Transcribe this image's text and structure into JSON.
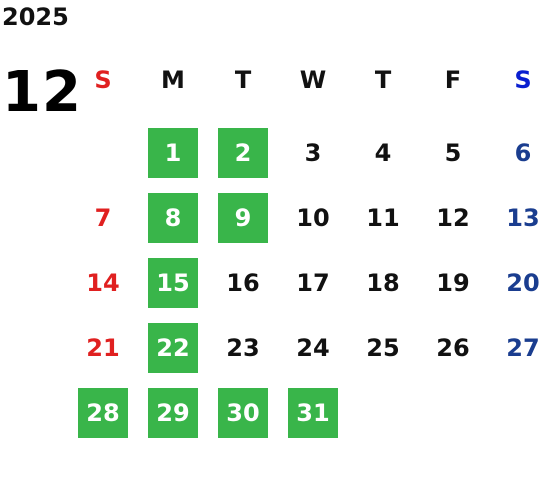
{
  "calendar": {
    "year": "2025",
    "month": "12",
    "weekdays": [
      {
        "label": "S",
        "color": "#e02020"
      },
      {
        "label": "M",
        "color": "#111111"
      },
      {
        "label": "T",
        "color": "#111111"
      },
      {
        "label": "W",
        "color": "#111111"
      },
      {
        "label": "T",
        "color": "#111111"
      },
      {
        "label": "F",
        "color": "#111111"
      },
      {
        "label": "S",
        "color": "#0a1fd0"
      }
    ],
    "first_weekday_index": 1,
    "days_in_month": 31,
    "highlighted_days": [
      1,
      2,
      8,
      9,
      15,
      22,
      28,
      29,
      30,
      31
    ],
    "colors": {
      "highlight_bg": "#39b54a",
      "highlight_text": "#ffffff",
      "sunday": "#e02020",
      "saturday": "#1a3d8f",
      "weekday": "#111111"
    }
  }
}
